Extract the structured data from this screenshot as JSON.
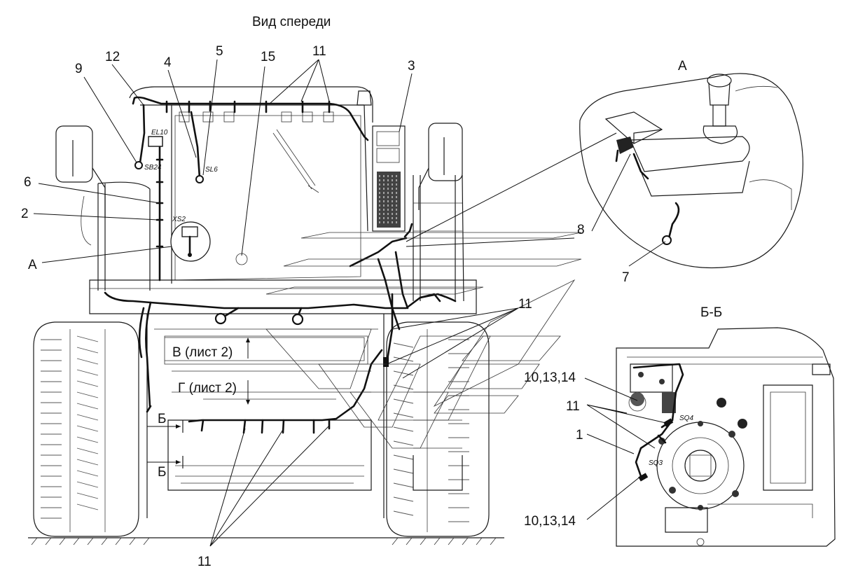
{
  "title": "Вид спереди",
  "views": {
    "view_a": "А",
    "section_bb": "Б-Б"
  },
  "sheet_refs": {
    "v": "В (лист 2)",
    "g": "Г (лист 2)"
  },
  "section_marks": {
    "top": "Б",
    "bottom": "Б"
  },
  "callouts": {
    "c9": "9",
    "c12": "12",
    "c4": "4",
    "c5": "5",
    "c15": "15",
    "c11_top": "11",
    "c3": "3",
    "c6": "6",
    "c2": "2",
    "cA": "А",
    "c8": "8",
    "c7": "7",
    "c11_mid": "11",
    "c10_top": "10,13,14",
    "c11_bb": "11",
    "c1": "1",
    "c10_bottom": "10,13,14",
    "c11_bottom": "11"
  },
  "component_tags": {
    "el10": "EL10",
    "sb24": "SB24",
    "sl6": "SL6",
    "xs2": "XS2",
    "sq4": "SQ4",
    "sq3": "SQ3"
  }
}
